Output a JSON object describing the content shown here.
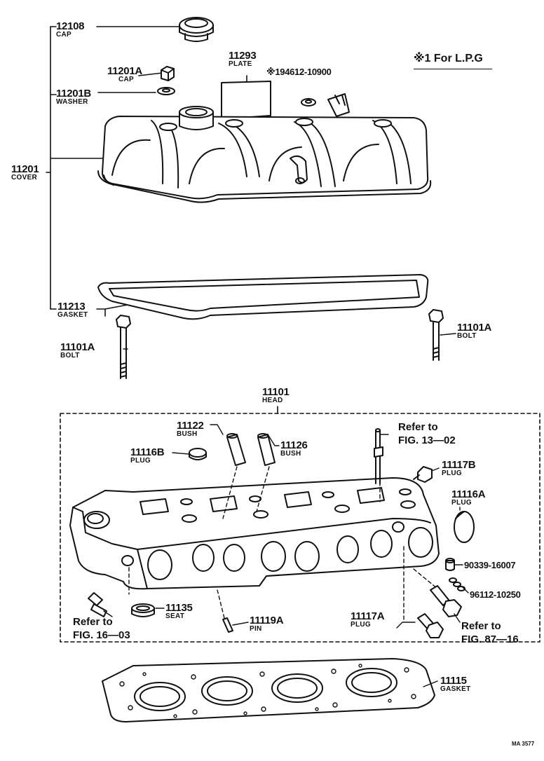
{
  "note": "※1 For L.P.G",
  "parts": {
    "cap_12108": {
      "num": "12108",
      "name": "CAP"
    },
    "cap_11201a": {
      "num": "11201A",
      "name": "CAP"
    },
    "washer_11201b": {
      "num": "11201B",
      "name": "WASHER"
    },
    "plate_11293": {
      "num": "11293",
      "name": "PLATE"
    },
    "lpg_part": {
      "num": "※194612-10900"
    },
    "cover_11201": {
      "num": "11201",
      "name": "COVER"
    },
    "gasket_11213": {
      "num": "11213",
      "name": "GASKET"
    },
    "bolt_left": {
      "num": "11101A",
      "name": "BOLT"
    },
    "bolt_right": {
      "num": "11101A",
      "name": "BOLT"
    },
    "head_11101": {
      "num": "11101",
      "name": "HEAD"
    },
    "bush_11122": {
      "num": "11122",
      "name": "BUSH"
    },
    "bush_11126": {
      "num": "11126",
      "name": "BUSH"
    },
    "plug_11116b": {
      "num": "11116B",
      "name": "PLUG"
    },
    "plug_11117b": {
      "num": "11117B",
      "name": "PLUG"
    },
    "plug_11116a": {
      "num": "11116A",
      "name": "PLUG"
    },
    "part_90339": {
      "num": "90339-16007"
    },
    "part_96112": {
      "num": "96112-10250"
    },
    "seat_11135": {
      "num": "11135",
      "name": "SEAT"
    },
    "pin_11119a": {
      "num": "11119A",
      "name": "PIN"
    },
    "plug_11117a": {
      "num": "11117A",
      "name": "PLUG"
    },
    "gasket_11115": {
      "num": "11115",
      "name": "GASKET"
    }
  },
  "refs": {
    "fig13_line1": "Refer to",
    "fig13_line2": "FIG. 13—02",
    "fig16_line1": "Refer to",
    "fig16_line2": "FIG. 16—03",
    "fig87_line1": "Refer to",
    "fig87_line2": "FIG. 87—16"
  },
  "drawing_code": "MA 3577"
}
